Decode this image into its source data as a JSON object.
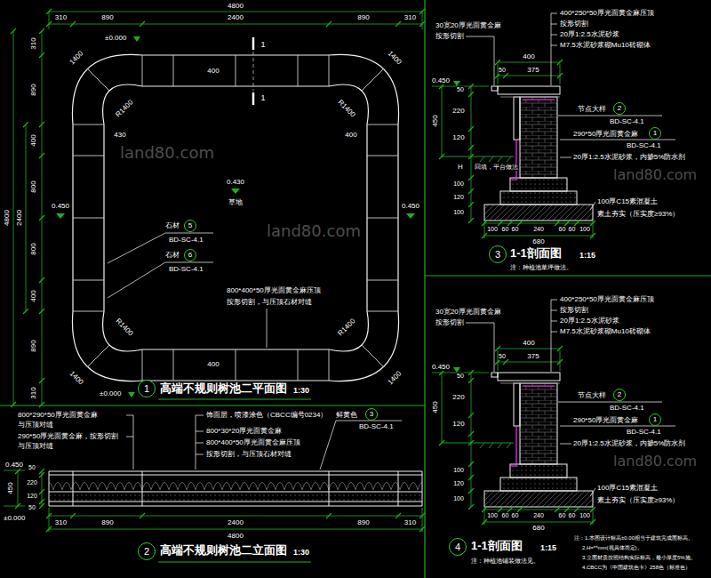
{
  "diagram": {
    "nodes": [
      {
        "text": [
          "1"
        ]
      },
      {
        "text": [
          "5"
        ]
      },
      {
        "text": [
          "6"
        ]
      },
      {
        "text": [
          "2"
        ]
      },
      {
        "text": [
          "3"
        ]
      },
      {
        "text": [
          "3"
        ]
      },
      {
        "text": [
          "2"
        ]
      },
      {
        "text": [
          "1"
        ]
      },
      {
        "text": [
          "4"
        ]
      },
      {
        "text": [
          "2"
        ]
      },
      {
        "text": [
          "1"
        ]
      }
    ],
    "labels": [
      "4800",
      "310",
      "890",
      "2400",
      "890",
      "310",
      "4800",
      "310",
      "890",
      "400",
      "800",
      "2400",
      "800",
      "400",
      "890",
      "310",
      "±0.000",
      "±0.000",
      "0.450",
      "0.450",
      "0.430",
      "草地",
      "1400",
      "1400",
      "1400",
      "1400",
      "R1400",
      "R1400",
      "R1400",
      "R1400",
      "430",
      "400",
      "400",
      "400",
      "1",
      "1",
      "石材",
      "BD-SC-4.1",
      "石材",
      "BD-SC-4.1",
      "800*400*50厚光面黄金麻压顶",
      "按形切割，与压顶石材对缝",
      "高端不规则树池二平面图",
      "1:30",
      "800*290*50厚光面黄金麻",
      "与压顶对缝",
      "290*50厚光面黄金麻，按形切割",
      "与压顶对缝",
      "饰面层，喷漆涂色（CBCC编号0234）",
      "鲜黄色",
      "BD-SC-4.1",
      "800*30*20厚光面黄金麻",
      "800*400*50厚光面黄金麻压顶",
      "按形切割，与压顶石材对缝",
      "0.450",
      "±0.000",
      "450",
      "50",
      "220",
      "120",
      "50",
      "310",
      "890",
      "2400",
      "890",
      "310",
      "4800",
      "高端不规则树池二立面图",
      "1:30",
      "400*250*50厚光面黄金麻压顶",
      "按形切割",
      "20厚1:2.5水泥砂浆",
      "M7.5水泥砂浆砌Mu10砖砌体",
      "30宽20厚光面黄金麻",
      "按形切割",
      "400",
      "50",
      "375",
      "0.450",
      "450",
      "50",
      "220",
      "120",
      "H",
      "100",
      "120",
      "100",
      "节点大样",
      "BD-SC-4.1",
      "290*50厚光面黄金麻",
      "BD-SC-4.1",
      "20厚1:2.5水泥砂浆，内掺5%防水剂",
      "回填，平台做法",
      "100厚C15素混凝土",
      "素土夯实（压实度≥93%）",
      "100",
      "60",
      "60",
      "240",
      "60",
      "60",
      "100",
      "680",
      "1-1剖面图",
      "1:15",
      "注：种植池草坪做法。",
      "400*250*50厚光面黄金麻压顶",
      "按形切割",
      "20厚1:2.5水泥砂浆",
      "M7.5水泥砂浆砌Mu10砖砌体",
      "30宽20厚光面黄金麻",
      "按形切割",
      "400",
      "50",
      "375",
      "0.450",
      "450",
      "50",
      "220",
      "120",
      "100",
      "120",
      "100",
      "节点大样",
      "BD-SC-4.1",
      "290*50厚光面黄金麻",
      "BD-SC-4.1",
      "20厚1:2.5水泥砂浆，内掺5%防水剂",
      "100厚C15素混凝土",
      "素土夯实（压实度≥93%）",
      "100",
      "60",
      "60",
      "240",
      "60",
      "60",
      "100",
      "680",
      "1-1剖面图",
      "1:15",
      "注：种植池铺装做法见。",
      "注：1.本图设计标高±0.00相当于建筑完成面标高。",
      "2.H=**mm(视具体而定)。",
      "3.立面材质按照结构实际标高，最小厚度5%施。",
      "4.CBCC为《中国建筑色卡》258色（标准色）",
      "land80.com",
      "land80.com",
      "land80.com",
      "land80.com"
    ]
  }
}
